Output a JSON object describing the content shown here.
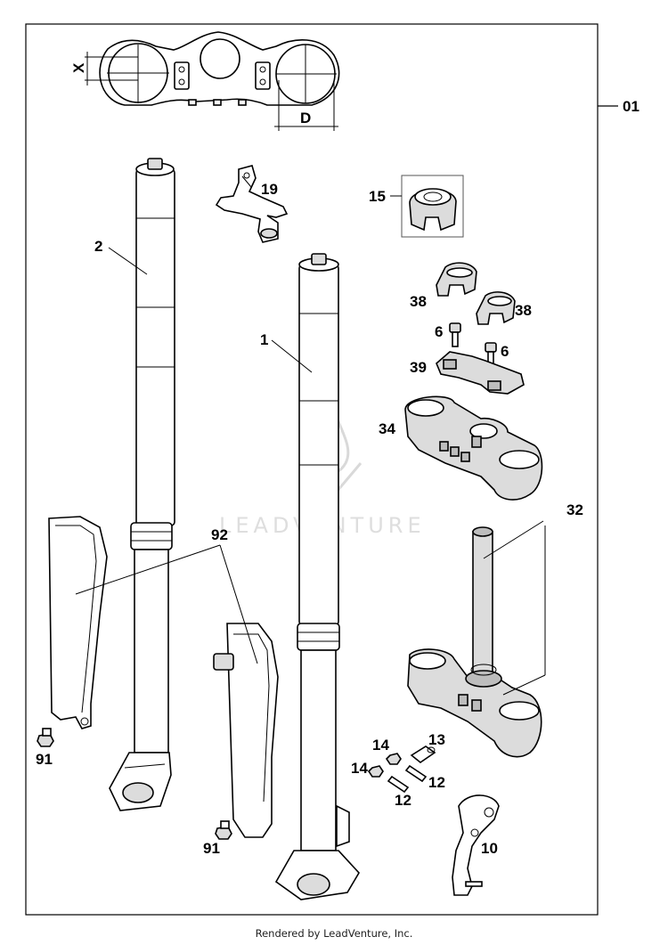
{
  "assembly_ref": "01",
  "dimension_labels": {
    "x": "X",
    "d": "D"
  },
  "callouts": {
    "p1": "1",
    "p2": "2",
    "p6a": "6",
    "p6b": "6",
    "p10": "10",
    "p12a": "12",
    "p12b": "12",
    "p13": "13",
    "p14a": "14",
    "p14b": "14",
    "p15": "15",
    "p19": "19",
    "p32": "32",
    "p34": "34",
    "p38a": "38",
    "p38b": "38",
    "p39": "39",
    "p91a": "91",
    "p91b": "91",
    "p92": "92"
  },
  "watermark": "LEADVENTURE",
  "footer": "Rendered by LeadVenture, Inc."
}
